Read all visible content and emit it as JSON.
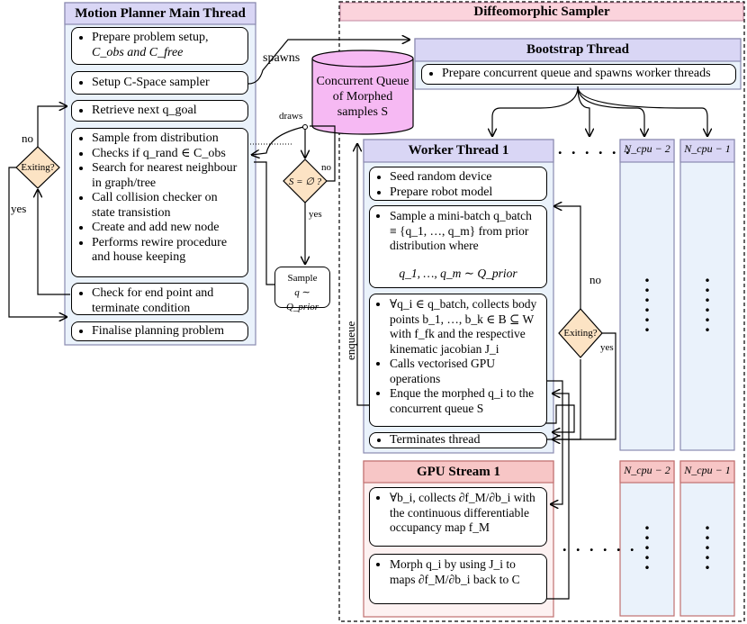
{
  "main_thread": {
    "title": "Motion Planner Main Thread",
    "box1": [
      "Prepare problem setup,",
      "C_obs and C_free"
    ],
    "box2": "Setup C-Space sampler",
    "box3": "Retrieve next q_goal",
    "box4": [
      "Sample from distribution",
      "Checks if q_rand ∈ C_obs",
      "Search for nearest neighbour in graph/tree",
      "Call collision checker on state transistion",
      "Create and add new node",
      "Performs rewire procedure and house keeping"
    ],
    "box5": "Check for end point and terminate condition",
    "box6": "Finalise planning problem",
    "exiting": "Exiting?",
    "no": "no",
    "yes": "yes"
  },
  "middle": {
    "spawns": "spawns",
    "queue_label": [
      "Concurrent Queue",
      "of Morphed",
      "samples S"
    ],
    "draws": "draws",
    "s_empty": "S = ∅ ?",
    "no": "no",
    "yes": "yes",
    "sample_box": [
      "Sample",
      "q ∼ Q_prior"
    ],
    "enqueue": "enqueue"
  },
  "sampler": {
    "title": "Diffeomorphic Sampler",
    "bootstrap_title": "Bootstrap Thread",
    "bootstrap_item": "Prepare concurrent queue and spawns worker threads",
    "worker_title": "Worker Thread 1",
    "worker_box1": [
      "Seed random device",
      "Prepare robot model"
    ],
    "worker_box2": [
      "Sample a mini-batch q_batch ≡ {q_1, …, q_m} from prior distribution where",
      "q_1, …, q_m ∼ Q_prior"
    ],
    "worker_box3": [
      "∀q_i ∈ q_batch, collects body points b_1, …, b_k ∈ B ⊆ W with f_fk and the respective kinematic jacobian J_i",
      "Calls vectorised GPU operations",
      "Enque the morphed q_i to the concurrent queue S"
    ],
    "worker_box4": "Terminates thread",
    "exiting": "Exiting?",
    "no": "no",
    "yes": "yes",
    "ncpu2": "N_cpu − 2",
    "ncpu1": "N_cpu − 1",
    "gpu_title": "GPU Stream 1",
    "gpu_box1": "∀b_i, collects ∂f_M/∂b_i with the continuous differentiable occupancy map f_M",
    "gpu_box2": "Morph q_i by using J_i to maps ∂f_M/∂b_i back to C"
  },
  "colors": {
    "blue_panel": "#eaf2fb",
    "blue_title": "#d9d6f5",
    "pink_title": "#fbd3dc",
    "red_title": "#f7c6c6",
    "diamond": "#fce3c4",
    "queue": "#f6b9f3"
  }
}
